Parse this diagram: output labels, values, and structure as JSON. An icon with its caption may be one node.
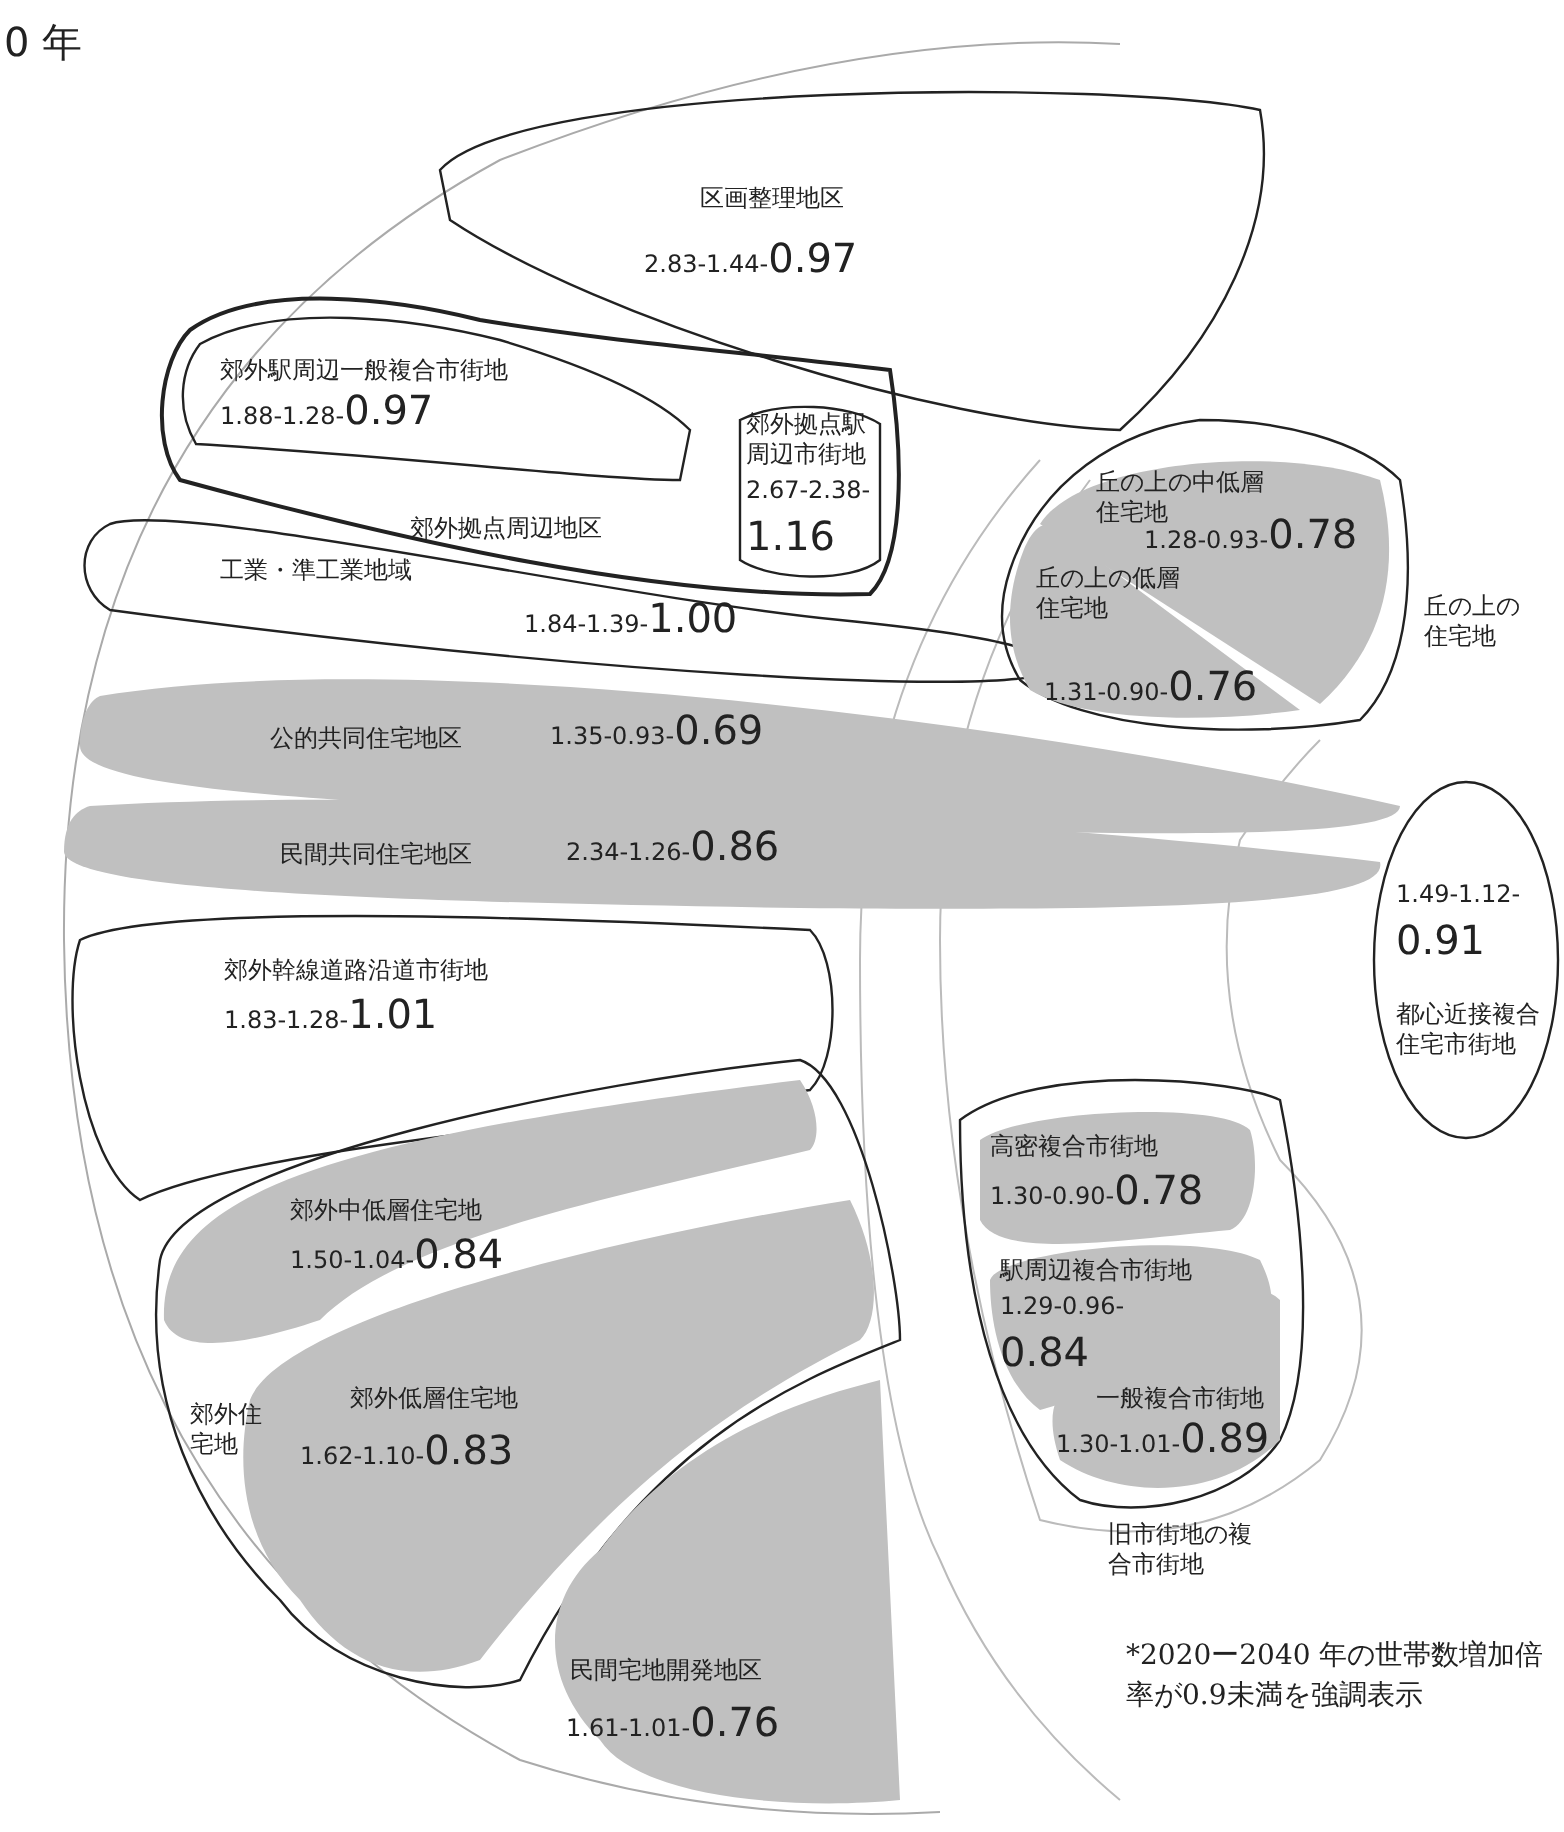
{
  "diagram": {
    "title": "0 年",
    "nodes": [
      {
        "text": [
          "区画整理地区",
          "2.83-1.44-0.97"
        ]
      },
      {
        "text": [
          "郊外拠点周辺地区"
        ]
      },
      {
        "text": [
          "郊外駅周辺一般複合市街地",
          "1.88-1.28-0.97"
        ],
        "in": 1
      },
      {
        "text": [
          "郊外拠点駅周辺市街地",
          "2.67-2.38-1.16"
        ],
        "in": 1
      },
      {
        "text": [
          "工業・準工業地域",
          "1.84-1.39-1.00"
        ]
      },
      {
        "text": [
          "公的共同住宅地区",
          "1.35-0.93-0.69"
        ]
      },
      {
        "text": [
          "民間共同住宅地区",
          "2.34-1.26-0.86"
        ]
      },
      {
        "text": [
          "郊外幹線道路沿道市街地",
          "1.83-1.28-1.01"
        ]
      },
      {
        "text": [
          "郊外住宅地"
        ]
      },
      {
        "text": [
          "郊外中低層住宅地",
          "1.50-1.04-0.84"
        ],
        "in": 8
      },
      {
        "text": [
          "郊外低層住宅地",
          "1.62-1.10-0.83"
        ],
        "in": 8
      },
      {
        "text": [
          "民間宅地開発地区",
          "1.61-1.01-0.76"
        ]
      },
      {
        "text": [
          "丘の上の住宅地"
        ]
      },
      {
        "text": [
          "丘の上の中低層住宅地",
          "1.28-0.93-0.78"
        ],
        "in": 12
      },
      {
        "text": [
          "丘の上の低層住宅地",
          "1.31-0.90-0.76"
        ],
        "in": 12
      },
      {
        "text": [
          "1.49-1.12-0.91",
          "都心近接複合住宅市街地"
        ]
      },
      {
        "text": [
          "旧市街地の複合市街地"
        ]
      },
      {
        "text": [
          "高密複合市街地",
          "1.30-0.90-0.78"
        ],
        "in": 16
      },
      {
        "text": [
          "駅周辺複合市街地",
          "1.29-0.96-0.84"
        ],
        "in": 16
      },
      {
        "text": [
          "一般複合市街地",
          "1.30-1.01-0.89"
        ],
        "in": 16
      }
    ],
    "labels": [
      "*2020ー2040 年の世帯数増加倍率が0.9未満を強調表示"
    ]
  }
}
